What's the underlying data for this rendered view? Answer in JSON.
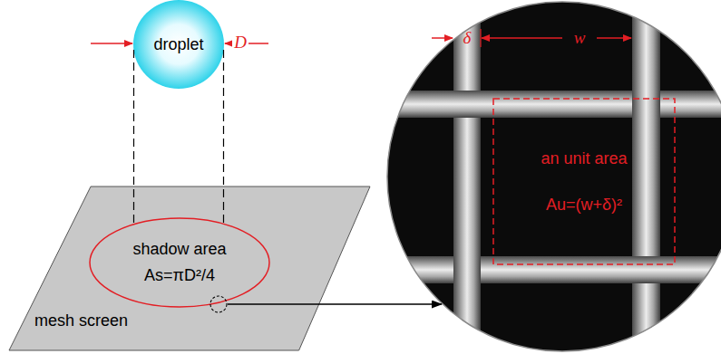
{
  "diagram": {
    "nodes": [
      {
        "text": [
          "droplet"
        ]
      },
      {
        "text": [
          "mesh screen"
        ]
      },
      {
        "text": [
          "shadow area",
          "As=πD²/4"
        ],
        "in": 1
      },
      {
        "text": [
          "an unit area",
          "Au=(w+δ)²"
        ]
      }
    ],
    "edges": [
      {
        "from": 0,
        "to": 2,
        "arrow": "none"
      },
      {
        "from": 0,
        "to": 2,
        "arrow": "none"
      }
    ],
    "labels": [
      "D",
      "δ",
      "w"
    ]
  }
}
